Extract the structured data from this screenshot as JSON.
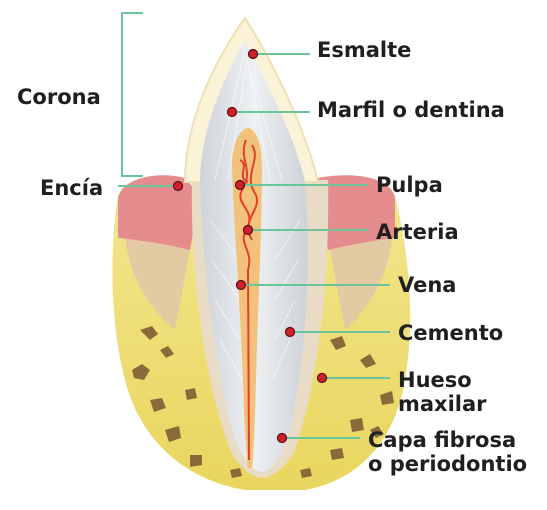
{
  "labels": {
    "corona": "Corona",
    "encia": "Encía",
    "esmalte": "Esmalte",
    "marfil": "Marfil o dentina",
    "pulpa": "Pulpa",
    "arteria": "Arteria",
    "vena": "Vena",
    "cemento": "Cemento",
    "hueso_1": "Hueso",
    "hueso_2": "maxilar",
    "capa_1": "Capa fibrosa",
    "capa_2": "o periodontio"
  },
  "colors": {
    "leader_line": "#6cc49a",
    "marker": "#d1202a",
    "bone": "#efe07e",
    "gum": "#e58c8f",
    "enamel": "#fbf3d8",
    "dentin": "#d9dde2",
    "pulp": "#f2c27a",
    "artery": "#e0402d"
  }
}
